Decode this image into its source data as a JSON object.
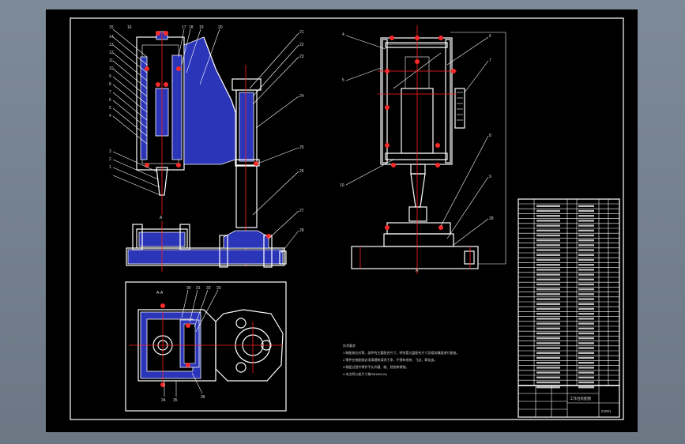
{
  "drawing": {
    "colors": {
      "background": "#000000",
      "outline": "#ffffff",
      "hatch": "#2b35b8",
      "centerline": "#ff2020",
      "desktop": "#75828f"
    },
    "views": {
      "front_view_label": "A",
      "side_view_label": "A",
      "section_label": "A-A"
    },
    "front_balloons": [
      "15",
      "16",
      "14",
      "13",
      "12",
      "11",
      "10",
      "9",
      "8",
      "7",
      "6",
      "5",
      "4",
      "3",
      "2",
      "1",
      "17",
      "18",
      "19",
      "20",
      "21",
      "22",
      "23",
      "24",
      "25",
      "26",
      "27",
      "28"
    ],
    "side_balloons": [
      "4",
      "5",
      "6",
      "7",
      "8",
      "9",
      "28",
      "10"
    ],
    "section_balloons": [
      "30",
      "31",
      "32",
      "33",
      "34",
      "35",
      "36"
    ],
    "notes": {
      "title": "技术要求",
      "lines": [
        "1.装配前应对零、部件的主要配合尺寸，特别是过盈配合尺寸及相关精度进行复查。",
        "2.零件在装配前必须清理和清洗干净，不得有毛刺、飞边、氧化皮。",
        "3.装配过程中零件不允许磕、碰、划伤和锈蚀。",
        "4.未注明公差尺寸按GB1804-M。"
      ]
    },
    "title_block": {
      "title": "工作台装配图",
      "code": "ZJ001"
    }
  }
}
